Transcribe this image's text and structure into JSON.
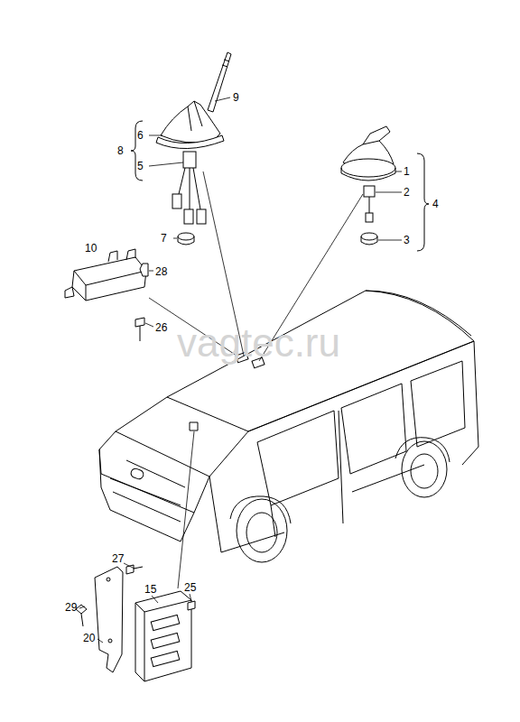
{
  "diagram": {
    "labels": [
      "9",
      "8",
      "6",
      "5",
      "7",
      "10",
      "28",
      "26",
      "1",
      "2",
      "4",
      "3",
      "vagtec.ru",
      "27",
      "15",
      "25",
      "29",
      "20"
    ]
  }
}
